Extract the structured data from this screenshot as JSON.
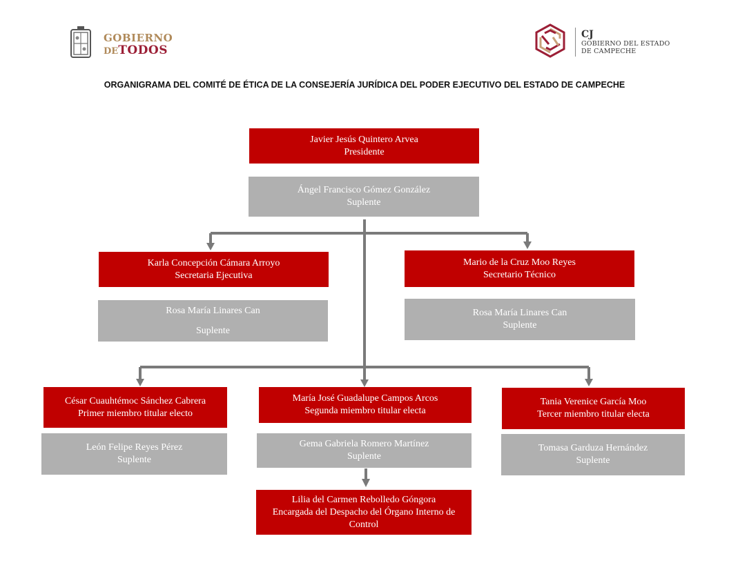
{
  "header": {
    "left_logo": {
      "line1": "GOBIERNO",
      "line2_prefix": "DE",
      "line2_main": "TODOS"
    },
    "right_logo": {
      "abbrev": "CJ",
      "line1": "GOBIERNO DEL ESTADO",
      "line2": "DE CAMPECHE"
    }
  },
  "title": "ORGANIGRAMA DEL COMITÉ DE ÉTICA DE LA CONSEJERÍA JURÍDICA DEL PODER EJECUTIVO DEL ESTADO DE CAMPECHE",
  "colors": {
    "titular": "#c00000",
    "suplente": "#b0b0b0",
    "connector": "#7a7a7a"
  },
  "org": {
    "presidente": {
      "name": "Javier Jesús Quintero Arvea",
      "role": "Presidente"
    },
    "presidente_suplente": {
      "name": "Ángel Francisco Gómez González",
      "role": "Suplente"
    },
    "secretaria_ejecutiva": {
      "name": "Karla Concepción Cámara Arroyo",
      "role": "Secretaria Ejecutiva"
    },
    "secretaria_ejecutiva_suplente": {
      "name": "Rosa María Linares Can",
      "role": "Suplente"
    },
    "secretario_tecnico": {
      "name": "Mario de la Cruz Moo Reyes",
      "role": "Secretario Técnico"
    },
    "secretario_tecnico_suplente": {
      "name": "Rosa María Linares Can",
      "role": "Suplente"
    },
    "miembro1": {
      "name": "César Cuauhtémoc Sánchez Cabrera",
      "role": "Primer miembro titular electo"
    },
    "miembro1_suplente": {
      "name": "León Felipe Reyes Pérez",
      "role": "Suplente"
    },
    "miembro2": {
      "name": "María José Guadalupe Campos Arcos",
      "role": "Segunda miembro titular electa"
    },
    "miembro2_suplente": {
      "name": "Gema Gabriela Romero Martínez",
      "role": "Suplente"
    },
    "miembro3": {
      "name": "Tania Verenice García Moo",
      "role": "Tercer miembro titular electa"
    },
    "miembro3_suplente": {
      "name": "Tomasa Garduza Hernández",
      "role": "Suplente"
    },
    "organo_interno": {
      "name": "Lilia del Carmen Rebolledo Góngora",
      "role": "Encargada del Despacho del Órgano Interno de Control"
    }
  }
}
